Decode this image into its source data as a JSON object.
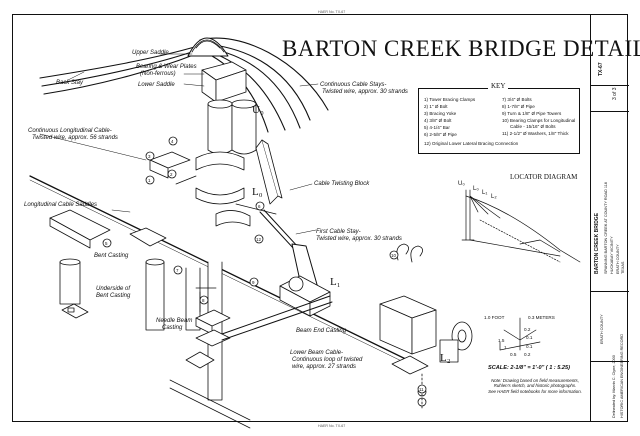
{
  "sheet": {
    "title": "BARTON CREEK BRIDGE DETAILS",
    "top_edge_text": "HAER No. TX-67",
    "bottom_edge_text": "HAER No. TX-67"
  },
  "labels": {
    "upper_saddle": "Upper Saddle",
    "bearing_plates": "Bearing & Wear Plates",
    "bearing_plates_sub": "(Non-ferrous)",
    "lower_saddle": "Lower Saddle",
    "back_stay": "Back Stay",
    "continuous_stays": "Continuous Cable Stays-",
    "continuous_stays_sub": "Twisted wire, approx. 30 strands",
    "longitudinal_cable": "Continuous Longitudinal Cable-",
    "longitudinal_cable_sub": "Twisted wire, approx. 56 strands",
    "twisting_block": "Cable Twisting Block",
    "longitudinal_saddles": "Longitudinal Cable Saddles",
    "first_stay": "First Cable Stay-",
    "first_stay_sub": "Twisted wire, approx. 30 strands",
    "bent_casting": "Bent Casting",
    "underside_1": "Underside of",
    "underside_2": "Bent Casting",
    "needle_beam_1": "Needle Beam",
    "needle_beam_2": "Casting",
    "beam_end": "Beam End Casting",
    "lower_beam": "Lower Beam Cable-",
    "lower_beam_sub1": "Continuous loop of twisted",
    "lower_beam_sub2": "wire, approx. 27 strands",
    "u0": "U₀",
    "l0": "L₀",
    "l1": "L₁",
    "l2": "L₂"
  },
  "callouts": [
    "1",
    "2",
    "3",
    "4",
    "5",
    "6",
    "7",
    "8",
    "9",
    "10",
    "11",
    "12"
  ],
  "key": {
    "title": "KEY",
    "left": [
      "1) Tower Bracing Clamps",
      "2) 1\" Ø Bolt",
      "3) Bracing Yoke",
      "4) 3/8\" Ø Bolt",
      "5) 4-1/4\" Bar",
      "6) 2-5/8\" Ø Pipe"
    ],
    "right": [
      "7) 3/4\" Ø Bolts",
      "8) 1-7/8\" Ø Pipe",
      "9) Turn & 1/8\" Ø Pipe Towers",
      "10) Bearing Clamps for Longitudinal",
      "Cable - 15/16\" Ø Bolts",
      "11) 2-1/2\" Ø Washers, 1/8\" Thick"
    ],
    "bottom": "12) Original Lower Lateral Bracing Connection"
  },
  "locator": {
    "title": "LOCATOR DIAGRAM",
    "u0": "U₀",
    "l0": "L₀",
    "l1": "L₁",
    "l2": "L₂"
  },
  "scale": {
    "foot_label": "1.0 FOOT",
    "meter_label": "0.3 METERS",
    "left_ticks": [
      "1.5",
      "1",
      "0.5"
    ],
    "right_ticks": [
      "0.2",
      "0.1",
      "0.1",
      "0.2"
    ],
    "title": "SCALE: 2-1/8\" = 1'-0\" ( 1 : 5.25)",
    "note_1": "Note: Drawing based on field measurements,",
    "note_2": "Ruhlen's sketch, and historic photographs.",
    "note_3": "See HAER field notebooks for more information."
  },
  "title_block": {
    "sheet_no": "TX-67",
    "sheet_of": "3 of 3",
    "bridge": "BARTON CREEK BRIDGE",
    "location_1": "SPANNING BARTON CREEK AT COUNTY ROAD 118",
    "location_2": "HUCKABAY VICINITY",
    "county": "ERATH COUNTY",
    "state": "TEXAS",
    "delineator": "Delineated by: Marvin C. Clyne, 2000",
    "agency": "HISTORIC AMERICAN ENGINEERING RECORD"
  }
}
